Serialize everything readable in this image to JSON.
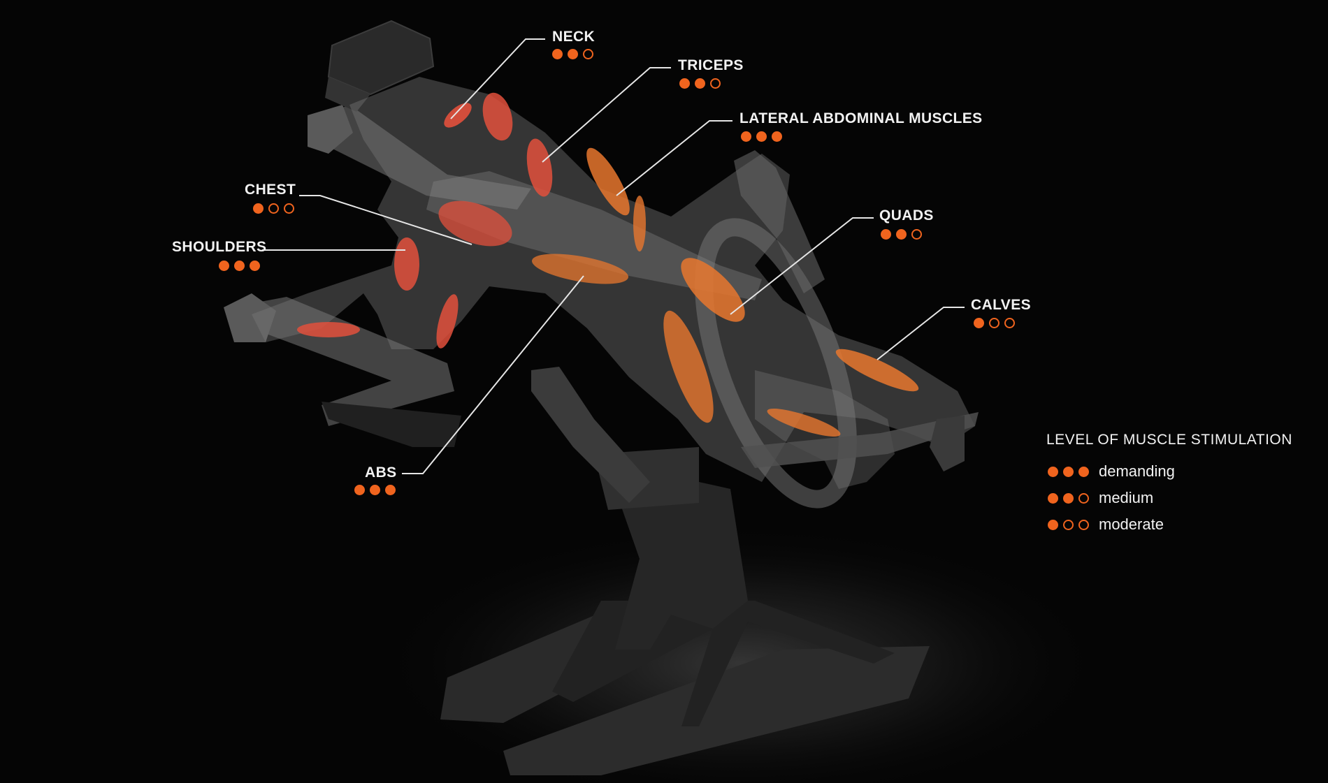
{
  "colors": {
    "background": "#050505",
    "accent": "#f0641e",
    "muscle_upper": "#e2503c",
    "muscle_lower": "#e8772e",
    "text": "#f2f2f2"
  },
  "muscles": [
    {
      "label": "NECK",
      "level": 2
    },
    {
      "label": "TRICEPS",
      "level": 2
    },
    {
      "label": "LATERAL ABDOMINAL MUSCLES",
      "level": 3
    },
    {
      "label": "CHEST",
      "level": 1
    },
    {
      "label": "SHOULDERS",
      "level": 3
    },
    {
      "label": "QUADS",
      "level": 2
    },
    {
      "label": "CALVES",
      "level": 1
    },
    {
      "label": "ABS",
      "level": 3
    }
  ],
  "legend": {
    "title": "LEVEL OF MUSCLE STIMULATION",
    "items": [
      {
        "level": 3,
        "label": "demanding"
      },
      {
        "level": 2,
        "label": "medium"
      },
      {
        "level": 1,
        "label": "moderate"
      }
    ]
  }
}
